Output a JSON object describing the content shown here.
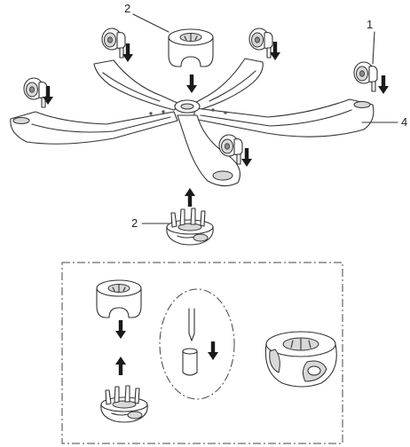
{
  "callouts": {
    "casters": "1",
    "hub_cap_top": "2",
    "hub_cap_bottom": "2",
    "base": "4"
  },
  "icons": {
    "arrow": "down-arrow-icon",
    "arrow_up": "up-arrow-icon"
  },
  "colors": {
    "stroke": "#333333",
    "shade": "#d8d8d8",
    "arrow": "#1a1a1a",
    "background": "#ffffff"
  }
}
